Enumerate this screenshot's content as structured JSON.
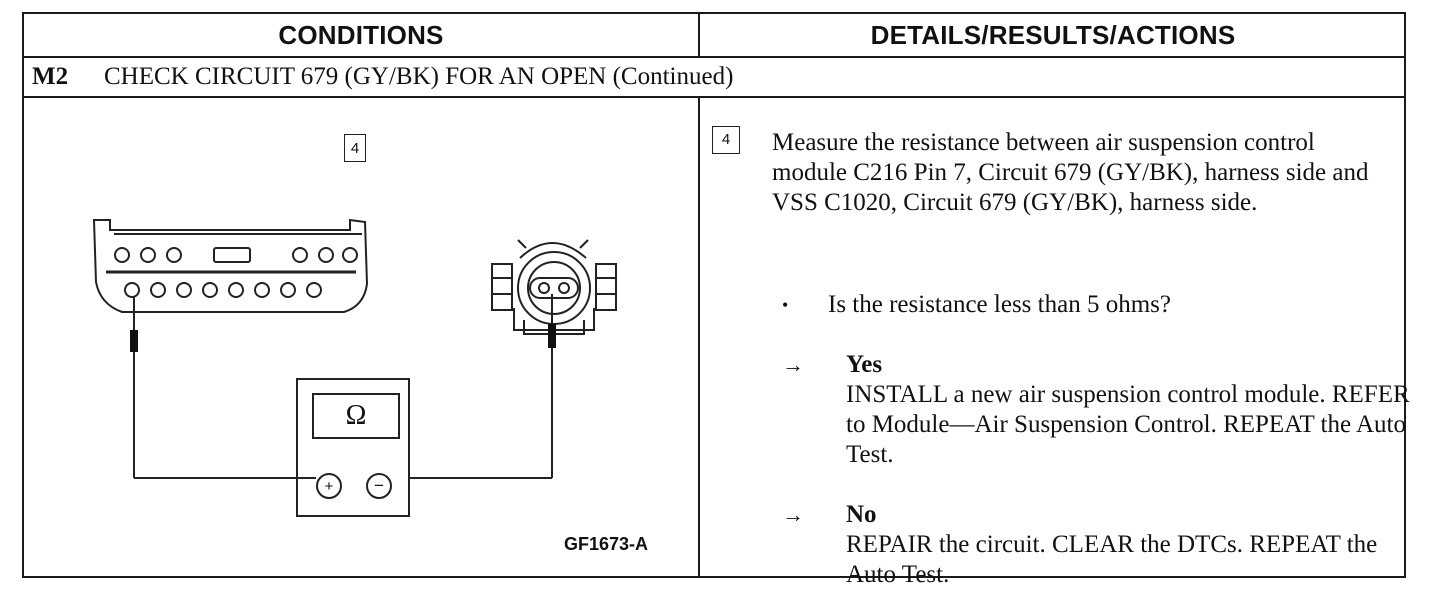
{
  "headers": {
    "conditions": "CONDITIONS",
    "details": "DETAILS/RESULTS/ACTIONS"
  },
  "step": {
    "id": "M2",
    "title": "CHECK CIRCUIT 679 (GY/BK) FOR AN OPEN (Continued)"
  },
  "diagram": {
    "step_box": "4",
    "meter_symbol": "Ω",
    "plus": "+",
    "minus": "−",
    "figure_id": "GF1673-A"
  },
  "details": {
    "step_box": "4",
    "instruction": "Measure the resistance between air suspension control module C216 Pin 7, Circuit 679 (GY/BK), harness side and VSS C1020, Circuit 679 (GY/BK), harness side.",
    "bullet_symbol": "•",
    "question": "Is the resistance less than 5 ohms?",
    "arrow_symbol": "→",
    "answers": [
      {
        "label": "Yes",
        "text": "INSTALL a new air suspension control module. REFER to Module—Air Suspension Control. REPEAT the Auto Test."
      },
      {
        "label": "No",
        "text": "REPAIR the circuit. CLEAR the DTCs. REPEAT the Auto Test."
      }
    ]
  }
}
